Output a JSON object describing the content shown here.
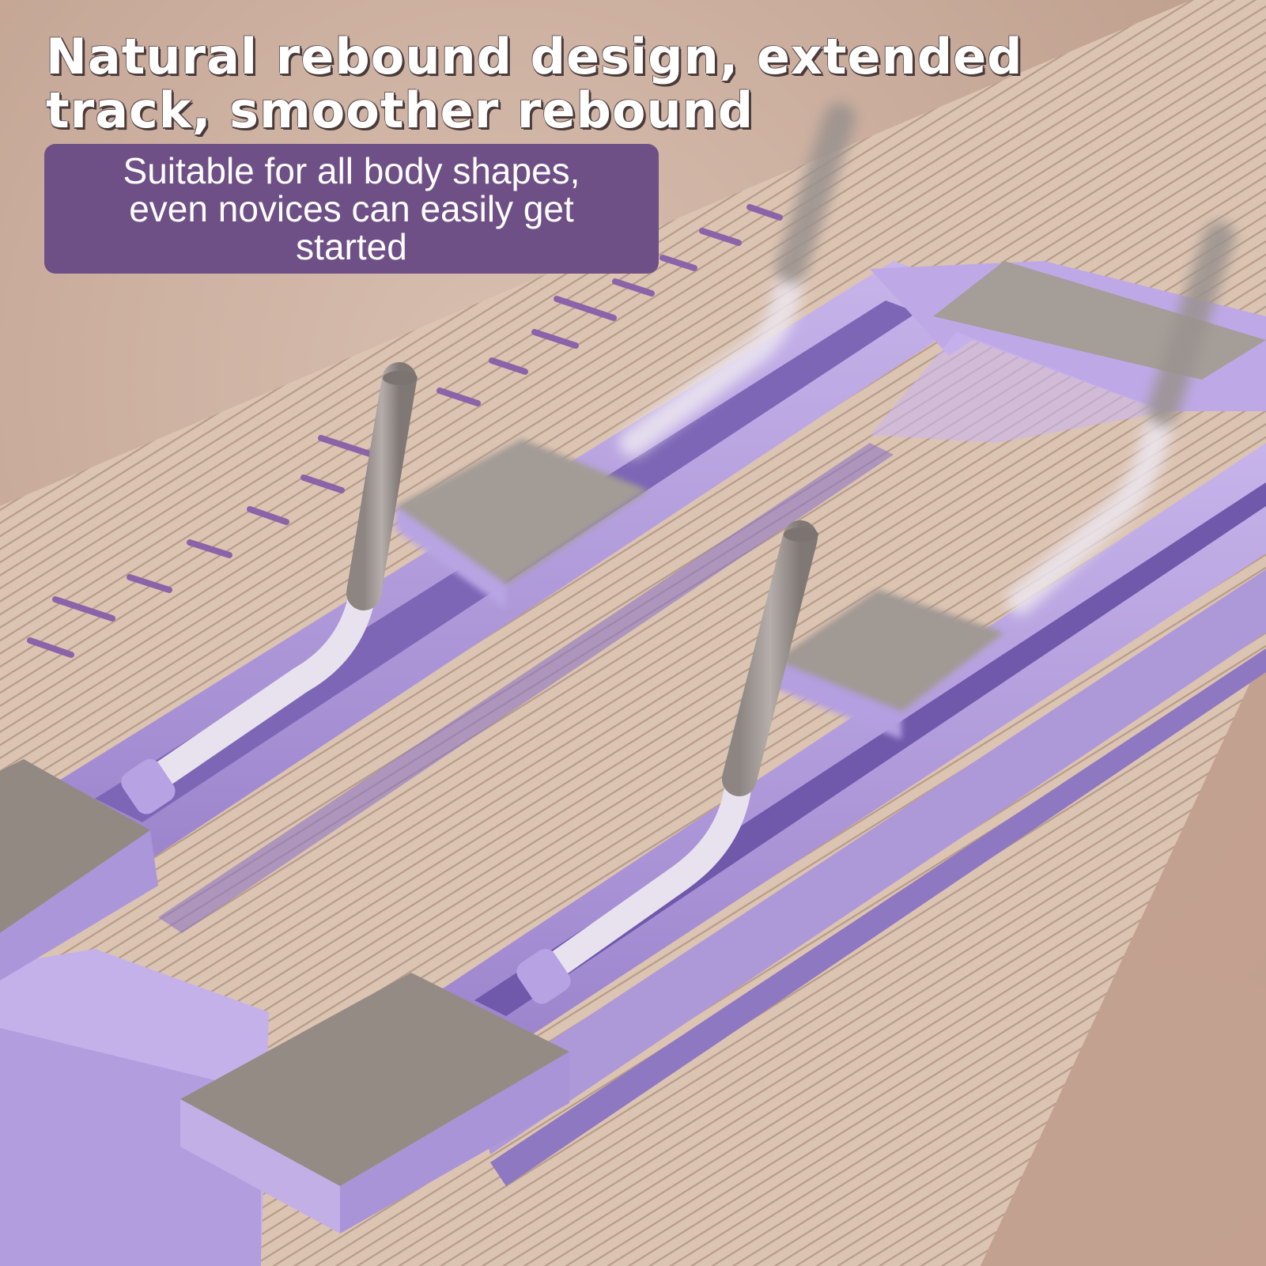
{
  "headline": {
    "line1": "Natural rebound design, extended",
    "line2": "track, smoother rebound"
  },
  "subtitle": {
    "text": "Suitable for all body shapes, even novices can easily get started"
  },
  "colors": {
    "badge_purple": "#6e4f86",
    "device_lavender": "#b7a2dc",
    "pad_gray": "#938a84",
    "mat_beige": "#dcc2ae",
    "carpet": "#c9ab9a"
  },
  "icons": [
    "plank-board-photo"
  ]
}
